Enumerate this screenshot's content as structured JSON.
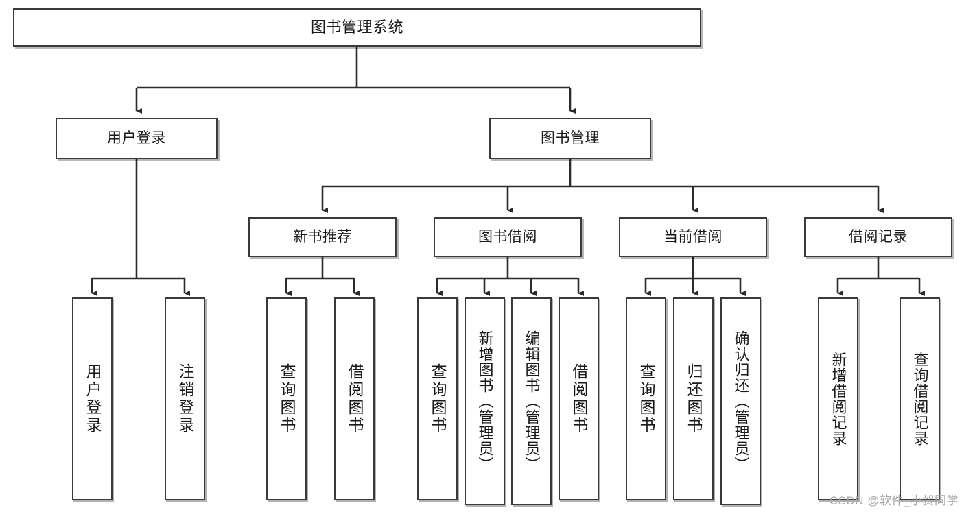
{
  "diagram": {
    "title": "图书管理系统",
    "type": "function-structure-tree",
    "watermark": "CSDN @软件_小贺同学",
    "colors": {
      "box_border": "#3a3a3a",
      "box_fill": "#ffffff",
      "connector": "#2b2b2b",
      "text": "#1a1a1a",
      "watermark": "#a8a8a8"
    }
  },
  "root": {
    "label": "图书管理系统"
  },
  "level2": [
    {
      "label": "用户登录"
    },
    {
      "label": "图书管理"
    }
  ],
  "level3": [
    {
      "label": "新书推荐"
    },
    {
      "label": "图书借阅"
    },
    {
      "label": "当前借阅"
    },
    {
      "label": "借阅记录"
    }
  ],
  "leaves": {
    "user_login": [
      {
        "label": "用户登录"
      },
      {
        "label": "注销登录"
      }
    ],
    "new_book_recommend": [
      {
        "label": "查询图书"
      },
      {
        "label": "借阅图书"
      }
    ],
    "book_borrow": [
      {
        "label": "查询图书"
      },
      {
        "label": "新增图书（管理员）"
      },
      {
        "label": "编辑图书（管理员）"
      },
      {
        "label": "借阅图书"
      }
    ],
    "current_borrow": [
      {
        "label": "查询图书"
      },
      {
        "label": "归还图书"
      },
      {
        "label": "确认归还（管理员）"
      }
    ],
    "borrow_record": [
      {
        "label": "新增借阅记录"
      },
      {
        "label": "查询借阅记录"
      }
    ]
  }
}
